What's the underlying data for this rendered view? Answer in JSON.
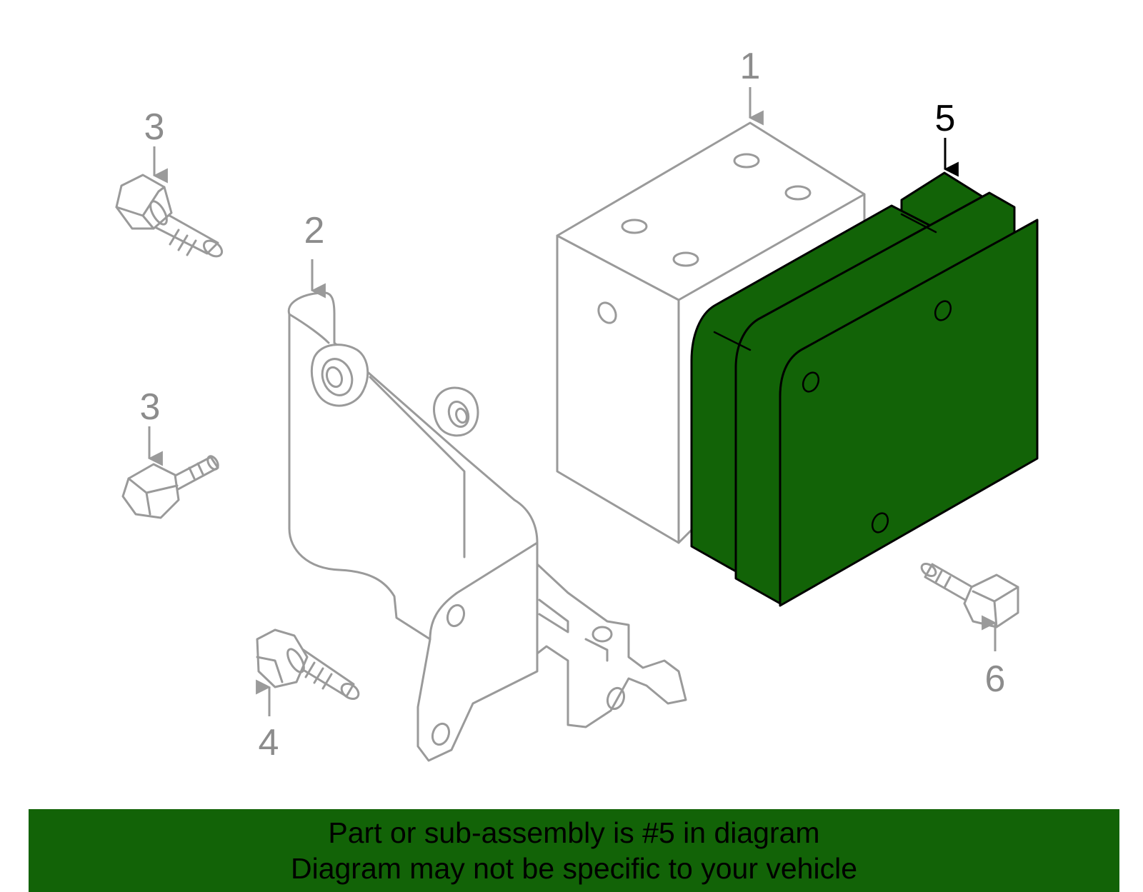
{
  "colors": {
    "highlight": "#126307",
    "outline_gray": "#9a9a9a",
    "label_gray": "#8c8c8c",
    "highlight_label": "#000000",
    "banner_text": "#000000"
  },
  "callouts": [
    {
      "id": "1",
      "label": "1",
      "highlighted": false
    },
    {
      "id": "2",
      "label": "2",
      "highlighted": false
    },
    {
      "id": "3a",
      "label": "3",
      "highlighted": false
    },
    {
      "id": "3b",
      "label": "3",
      "highlighted": false
    },
    {
      "id": "4",
      "label": "4",
      "highlighted": false
    },
    {
      "id": "5",
      "label": "5",
      "highlighted": true
    },
    {
      "id": "6",
      "label": "6",
      "highlighted": false
    }
  ],
  "banner": {
    "line1": "Part or sub-assembly is #5 in diagram",
    "line2": "Diagram may not be specific to your vehicle"
  }
}
